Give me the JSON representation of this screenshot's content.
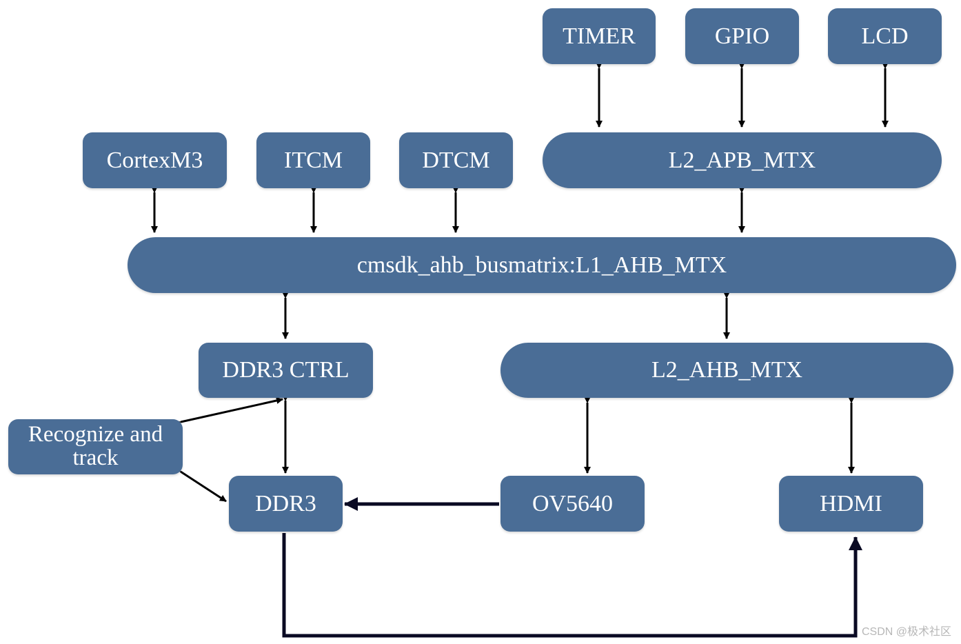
{
  "colors": {
    "node_fill": "#4a6d96",
    "node_text": "#ffffff",
    "arrow": "#000000",
    "watermark": "#b7b7b7"
  },
  "nodes": {
    "timer": "TIMER",
    "gpio": "GPIO",
    "lcd": "LCD",
    "cortexm3": "CortexM3",
    "itcm": "ITCM",
    "dtcm": "DTCM",
    "l2_apb_mtx": "L2_APB_MTX",
    "l1_ahb_mtx": "cmsdk_ahb_busmatrix:L1_AHB_MTX",
    "ddr3_ctrl": "DDR3 CTRL",
    "l2_ahb_mtx": "L2_AHB_MTX",
    "recognize_track_line1": "Recognize and",
    "recognize_track_line2": "track",
    "ddr3": "DDR3",
    "ov5640": "OV5640",
    "hdmi": "HDMI"
  },
  "watermark": "CSDN @极术社区"
}
